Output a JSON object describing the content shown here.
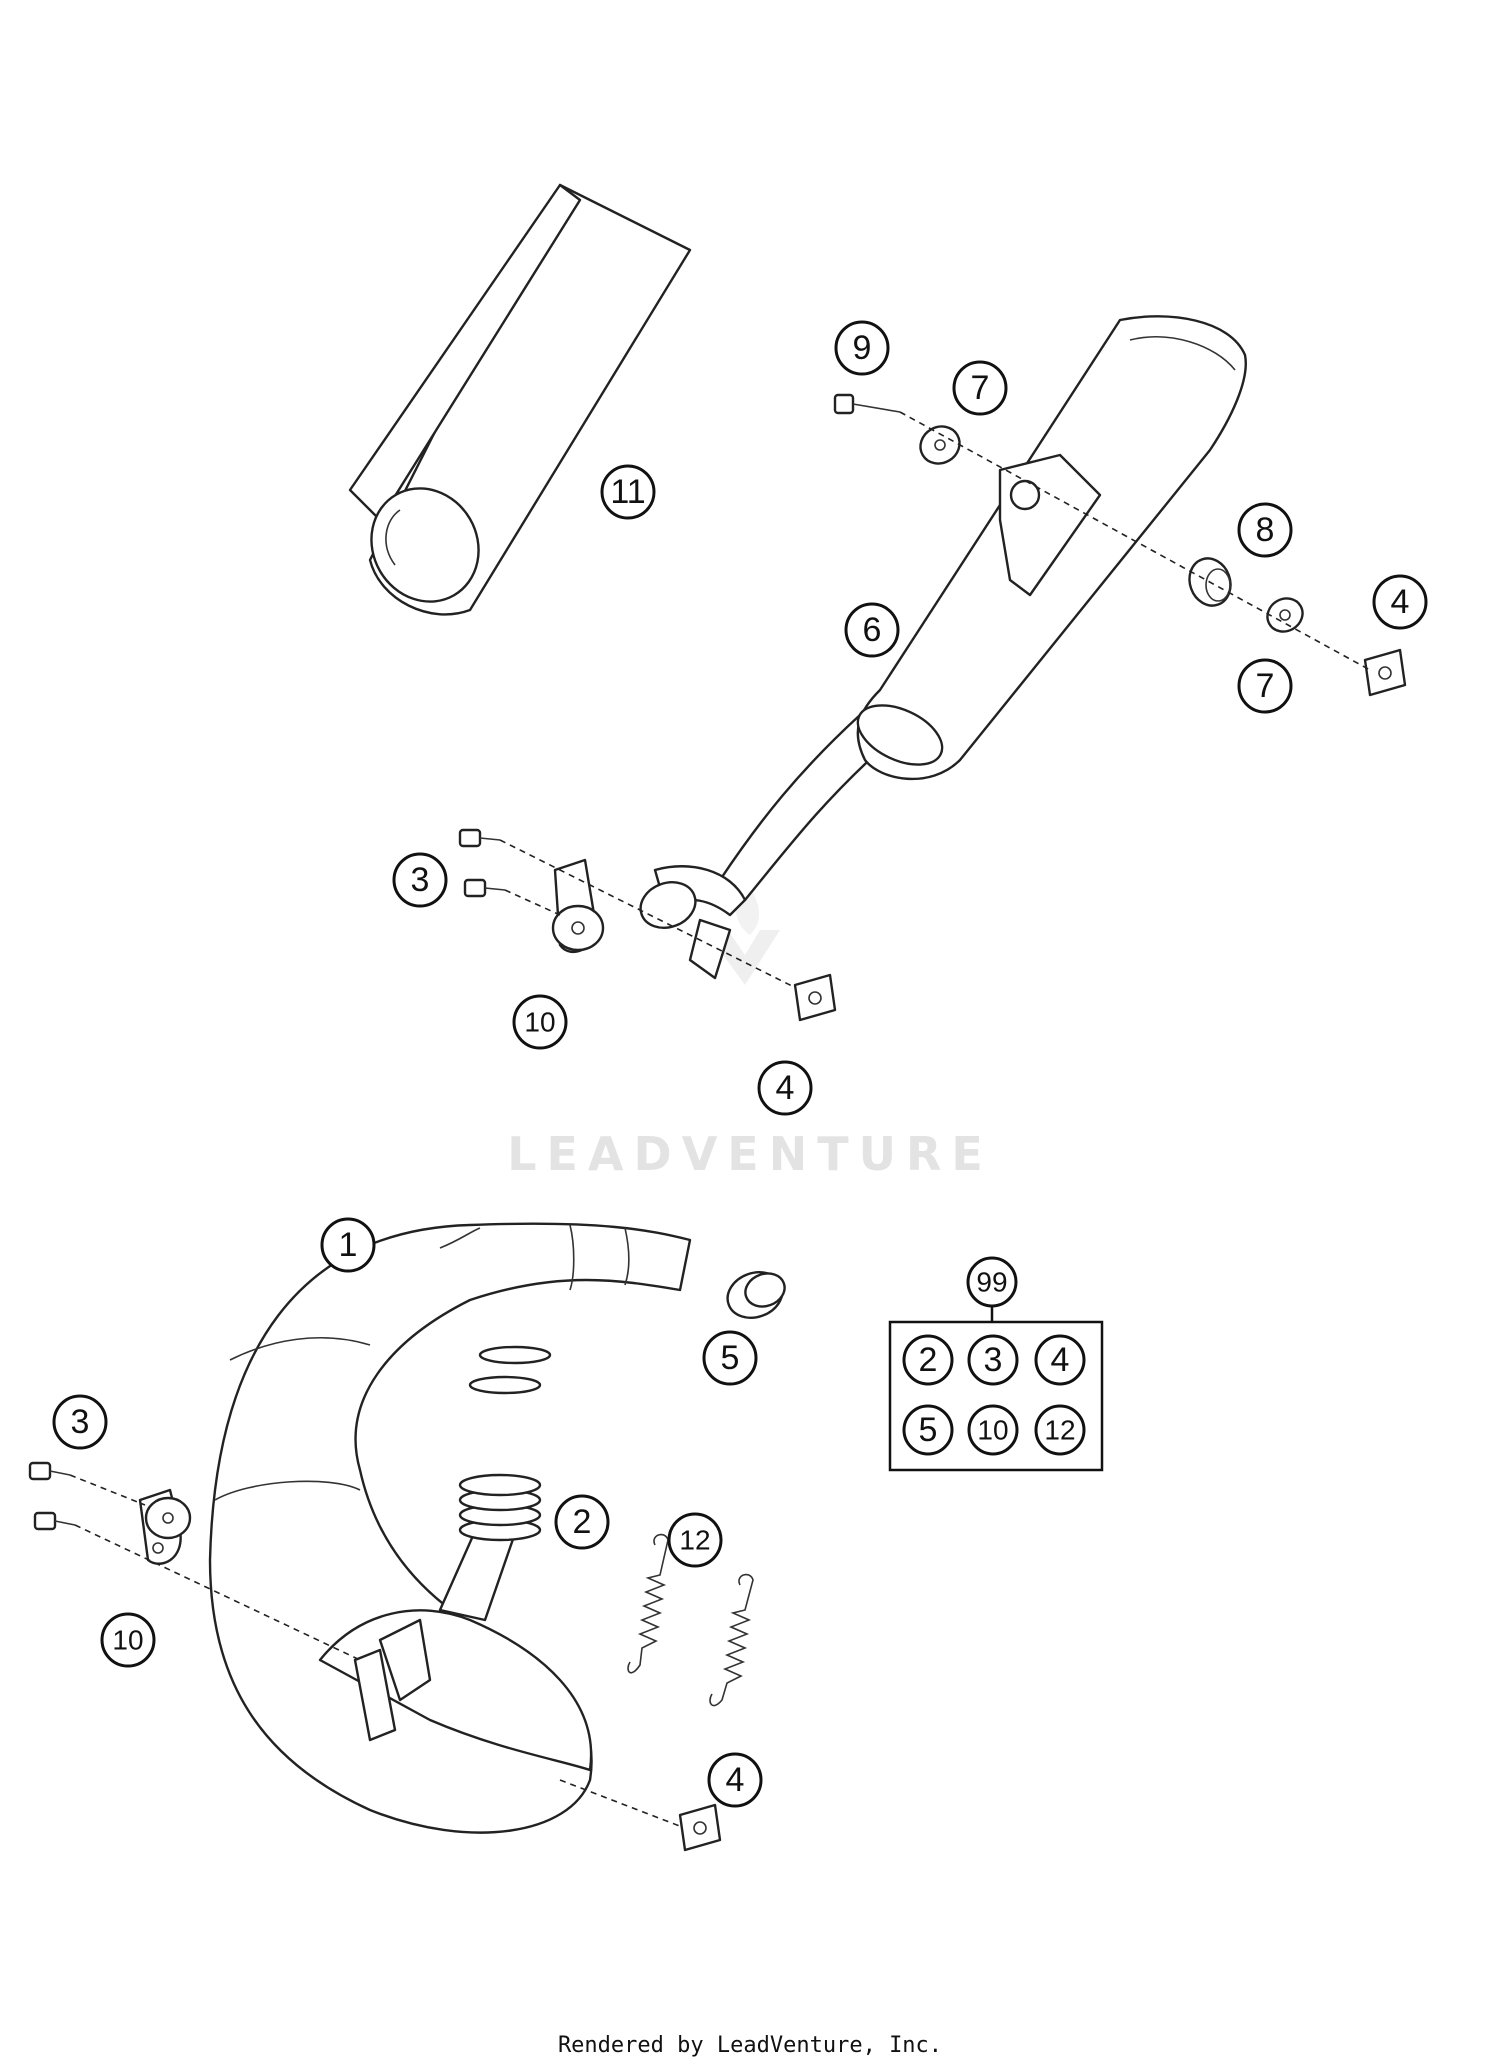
{
  "diagram": {
    "watermark": "LEADVENTURE",
    "footer": "Rendered by LeadVenture, Inc.",
    "callouts": {
      "c11": "11",
      "c9": "9",
      "c7a": "7",
      "c8": "8",
      "c4a": "4",
      "c6": "6",
      "c7b": "7",
      "c3a": "3",
      "c10a": "10",
      "c4b": "4",
      "c1": "1",
      "c5": "5",
      "c3b": "3",
      "c10b": "10",
      "c2": "2",
      "c12": "12",
      "c4c": "4"
    },
    "kit": {
      "label": "99",
      "items": [
        "2",
        "3",
        "4",
        "5",
        "10",
        "12"
      ]
    }
  }
}
